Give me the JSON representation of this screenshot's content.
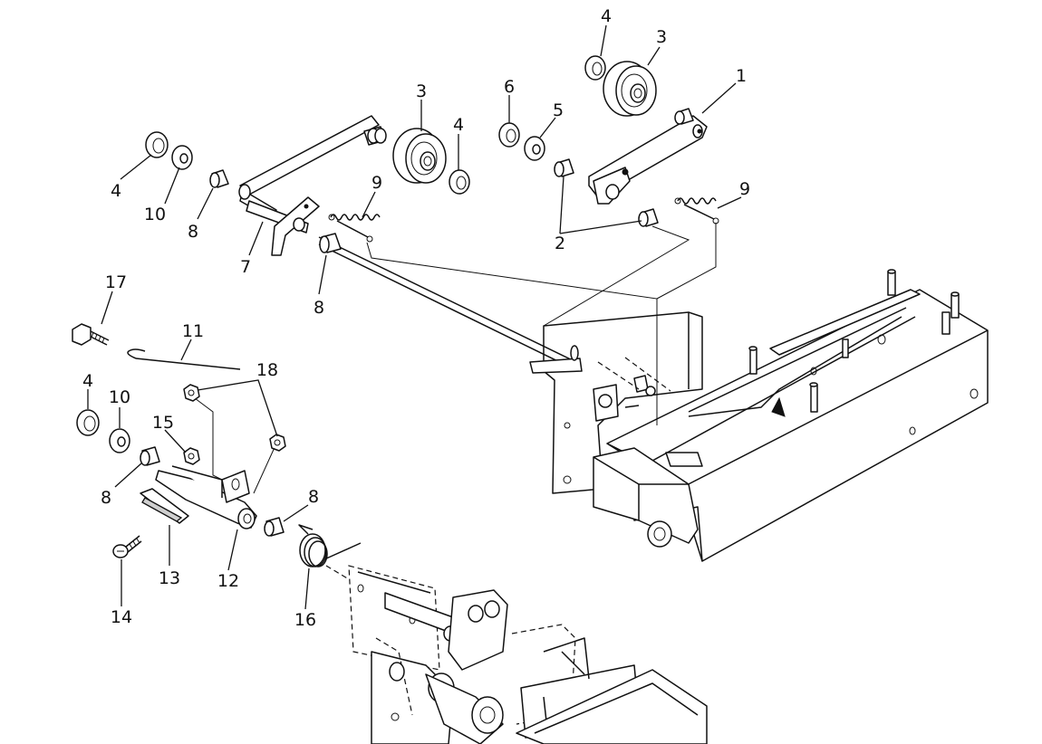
{
  "diagram": {
    "callouts": [
      {
        "text": "1"
      },
      {
        "text": "2"
      },
      {
        "text": "3"
      },
      {
        "text": "3"
      },
      {
        "text": "4"
      },
      {
        "text": "4"
      },
      {
        "text": "4"
      },
      {
        "text": "4"
      },
      {
        "text": "5"
      },
      {
        "text": "6"
      },
      {
        "text": "7"
      },
      {
        "text": "8"
      },
      {
        "text": "8"
      },
      {
        "text": "8"
      },
      {
        "text": "8"
      },
      {
        "text": "9"
      },
      {
        "text": "9"
      },
      {
        "text": "10"
      },
      {
        "text": "10"
      },
      {
        "text": "11"
      },
      {
        "text": "12"
      },
      {
        "text": "13"
      },
      {
        "text": "14"
      },
      {
        "text": "15"
      },
      {
        "text": "16"
      },
      {
        "text": "17"
      },
      {
        "text": "18"
      }
    ]
  }
}
